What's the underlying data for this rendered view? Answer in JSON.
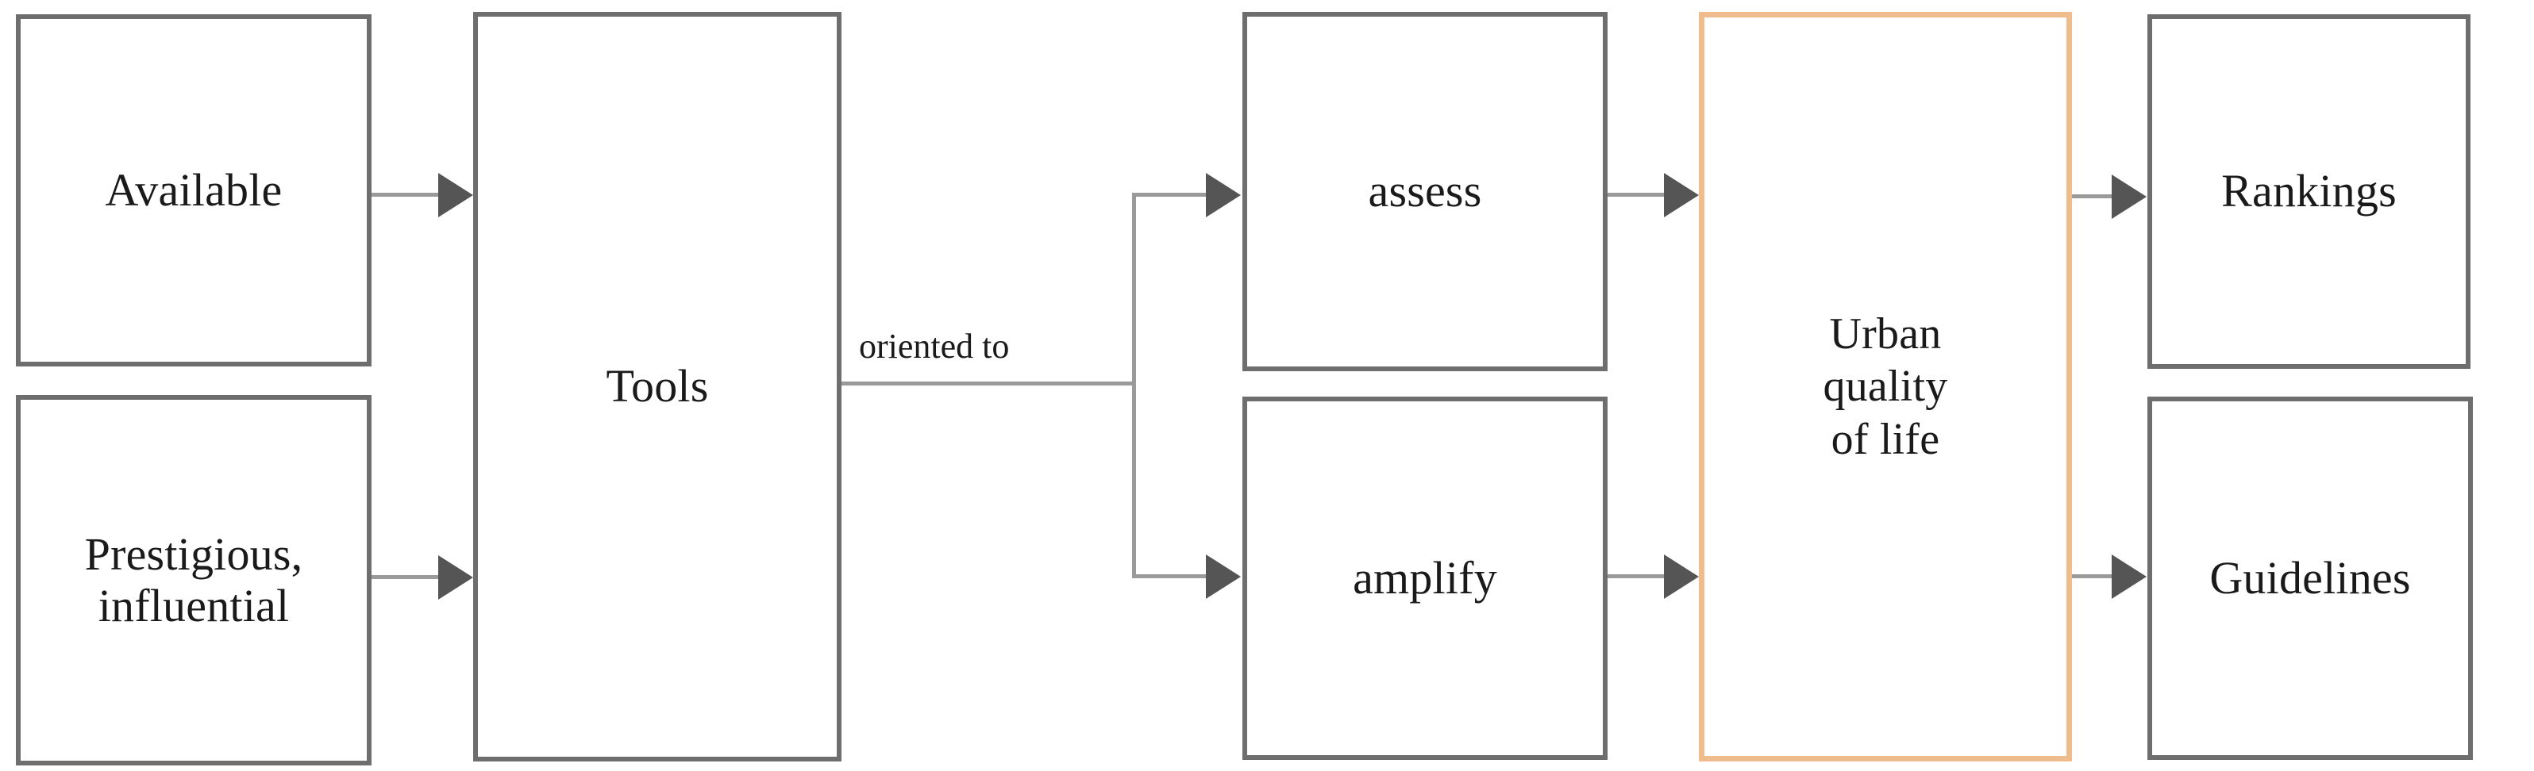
{
  "diagram": {
    "title": "Tools oriented to urban quality of life flow diagram",
    "background_color": "#ffffff",
    "default_border_color": "#6e6e6e",
    "accent_border_color": "#efbc8e",
    "connector_color": "#9a9a9a",
    "arrowhead_color": "#555555",
    "text_color": "#1a1a1a"
  },
  "nodes": {
    "available": {
      "label": "Available"
    },
    "prestigious": {
      "label": "Prestigious,\ninfluential"
    },
    "tools": {
      "label": "Tools"
    },
    "assess": {
      "label": "assess"
    },
    "amplify": {
      "label": "amplify"
    },
    "urban_quality_of_life": {
      "label": "Urban\nquality\nof life"
    },
    "rankings": {
      "label": "Rankings"
    },
    "guidelines": {
      "label": "Guidelines"
    }
  },
  "edges": {
    "oriented_to": {
      "label": "oriented to"
    }
  }
}
